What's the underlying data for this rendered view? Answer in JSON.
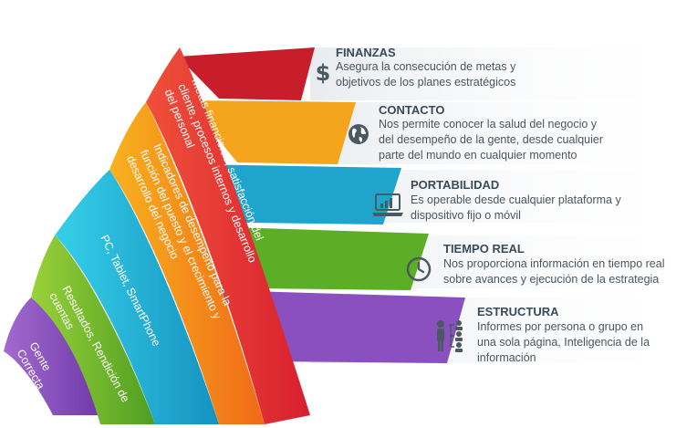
{
  "rows": [
    {
      "title": "FINANZAS",
      "icon": "dollar-icon",
      "color": "#e3263b",
      "lines": [
        "Asegura la consecución de metas y",
        "objetivos de los planes estratégicos"
      ]
    },
    {
      "title": "CONTACTO",
      "icon": "globe-icon",
      "color": "#f6a31c",
      "lines": [
        "Nos permite conocer la salud del negocio y",
        "del desempeño de la gente, desde cualquier",
        "parte del mundo en cualquier momento"
      ]
    },
    {
      "title": "PORTABILIDAD",
      "icon": "laptop-chart-icon",
      "color": "#21a6cf",
      "lines": [
        "Es operable desde cualquier plataforma y",
        "dispositivo fijo o móvil"
      ]
    },
    {
      "title": "TIEMPO REAL",
      "icon": "clock-icon",
      "color": "#5fb12a",
      "lines": [
        "Nos proporciona información en tiempo real",
        "sobre avances y ejecución de la estrategia"
      ]
    },
    {
      "title": "ESTRUCTURA",
      "icon": "org-chart-icon",
      "color": "#8a5ab8",
      "lines": [
        "Informes por persona o grupo en",
        "una sola página, Inteligencia de la",
        "información"
      ]
    }
  ],
  "bands": [
    {
      "label": "Metas financieras, satisfacción del cliente, procesos internos y desarrollo del personal",
      "lines": [
        "Metas financieras, satisfacción del",
        "cliente, procesos internos y desarrollo",
        "del personal"
      ],
      "color": "#e63a2a"
    },
    {
      "label": "Indicadores de desempeño para la función del puesto y el crecimiento y desarrollo del negocio",
      "lines": [
        "Indicadores de desempeño para la",
        "función del puesto y el crecimiento y",
        "desarrollo del negocio"
      ],
      "color": "#f47c1c"
    },
    {
      "label": "PC, Tablet, SmartPhone",
      "lines": [
        "PC, Tablet, SmartPhone"
      ],
      "color": "#1fb6d6"
    },
    {
      "label": "Resultados, Rendición de cuentas",
      "lines": [
        "Resultados, Rendición de",
        "cuentas"
      ],
      "color": "#71bd2f"
    },
    {
      "label": "Gente Correcta",
      "lines": [
        "Gente",
        "Correcta"
      ],
      "color": "#8a4fc0"
    }
  ]
}
